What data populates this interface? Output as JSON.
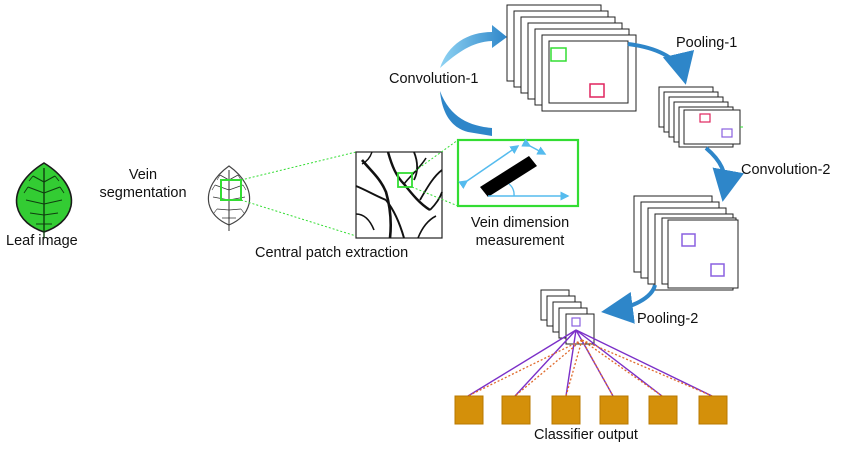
{
  "labels": {
    "leaf_image": "Leaf image",
    "vein_segmentation_line1": "Vein",
    "vein_segmentation_line2": "segmentation",
    "central_patch": "Central patch extraction",
    "vein_dimension_line1": "Vein dimension",
    "vein_dimension_line2": "measurement",
    "convolution_1": "Convolution-1",
    "pooling_1": "Pooling-1",
    "convolution_2": "Convolution-2",
    "pooling_2": "Pooling-2",
    "classifier_output": "Classifier output"
  },
  "colors": {
    "leaf_fill": "#33cc33",
    "patch_frame": "#33dd33",
    "flow_arrow": "#2e86c9",
    "kernel_red": "#e0245e",
    "kernel_purple": "#8a60e0",
    "measure_arrow": "#55bbee",
    "connection_solid": "#7b2fc8",
    "connection_dashed": "#e06a2b",
    "classifier_box": "#d4900a"
  },
  "icons": {
    "leaf": "leaf-icon",
    "segmented_leaf": "segmented-leaf-icon"
  }
}
